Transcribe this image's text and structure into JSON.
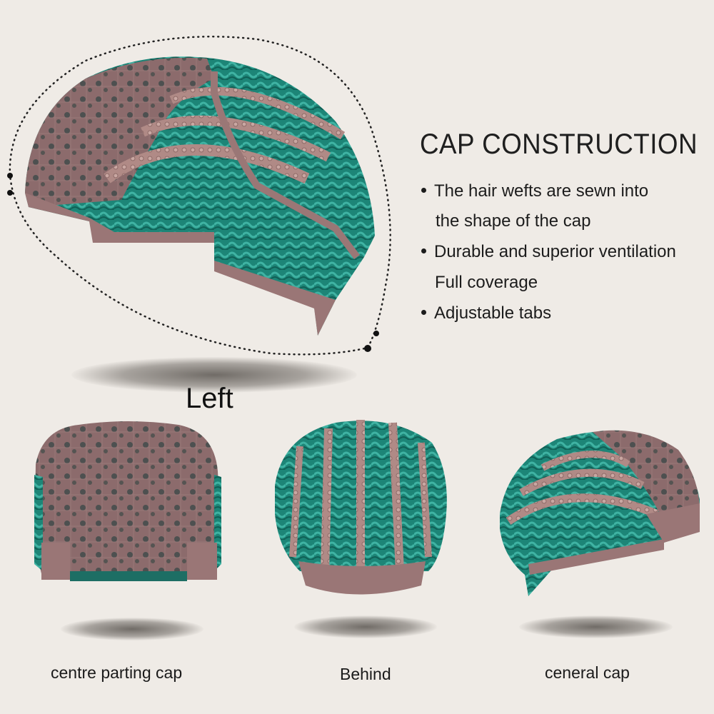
{
  "heading": "CAP CONSTRUCTION",
  "features": [
    {
      "line1": "The hair wefts are sewn into",
      "line2": "the shape of the cap"
    },
    {
      "line1": "Durable and superior ventilation",
      "line2": "Full coverage"
    },
    {
      "line1": "Adjustable tabs"
    }
  ],
  "view_label": "Left",
  "captions": {
    "centre": "centre parting cap",
    "behind": "Behind",
    "general": "ceneral cap"
  },
  "colors": {
    "background": "#efebe6",
    "cap_lace": "#8a6a6a",
    "weft_teal": "#1f8a7c",
    "text": "#1c1c1c"
  }
}
